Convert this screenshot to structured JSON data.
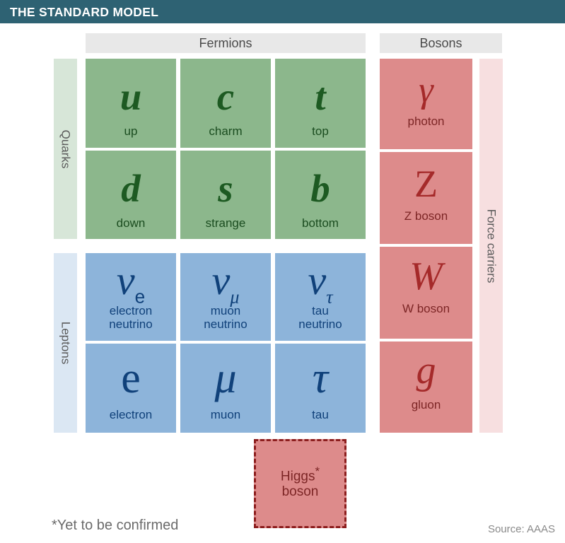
{
  "title": "THE STANDARD MODEL",
  "groups": {
    "fermions_label": "Fermions",
    "bosons_label": "Bosons"
  },
  "side_labels": {
    "quarks": "Quarks",
    "leptons": "Leptons",
    "force_carriers": "Force carriers"
  },
  "quarks": [
    {
      "symbol": "u",
      "name": "up"
    },
    {
      "symbol": "c",
      "name": "charm"
    },
    {
      "symbol": "t",
      "name": "top"
    },
    {
      "symbol": "d",
      "name": "down"
    },
    {
      "symbol": "s",
      "name": "strange"
    },
    {
      "symbol": "b",
      "name": "bottom"
    }
  ],
  "leptons": [
    {
      "symbol": "ν",
      "subscript": "e",
      "name_line1": "electron",
      "name_line2": "neutrino"
    },
    {
      "symbol": "ν",
      "subscript": "μ",
      "name_line1": "muon",
      "name_line2": "neutrino"
    },
    {
      "symbol": "ν",
      "subscript": "τ",
      "name_line1": "tau",
      "name_line2": "neutrino"
    },
    {
      "symbol": "e",
      "subscript": "",
      "name_line1": "electron",
      "name_line2": ""
    },
    {
      "symbol": "μ",
      "subscript": "",
      "name_line1": "muon",
      "name_line2": ""
    },
    {
      "symbol": "τ",
      "subscript": "",
      "name_line1": "tau",
      "name_line2": ""
    }
  ],
  "bosons": [
    {
      "symbol": "γ",
      "name": "photon"
    },
    {
      "symbol": "Z",
      "name": "Z boson"
    },
    {
      "symbol": "W",
      "name": "W boson"
    },
    {
      "symbol": "g",
      "name": "gluon"
    }
  ],
  "higgs": {
    "line1": "Higgs",
    "star": "*",
    "line2": "boson"
  },
  "footnote": "*Yet to be confirmed",
  "source": "Source: AAAS",
  "colors": {
    "header_bar": "#2e6273",
    "group_header": "#e8e8e8",
    "quark": "#8cb78c",
    "quark_text": "#1d5a22",
    "lepton": "#8db4da",
    "lepton_text": "#10417a",
    "boson": "#dd8b8b",
    "boson_text": "#a52a2a",
    "higgs_border": "#8c1e1e",
    "side_quarks": "#d7e6d8",
    "side_leptons": "#dbe7f3",
    "side_force": "#f7dfe0"
  }
}
